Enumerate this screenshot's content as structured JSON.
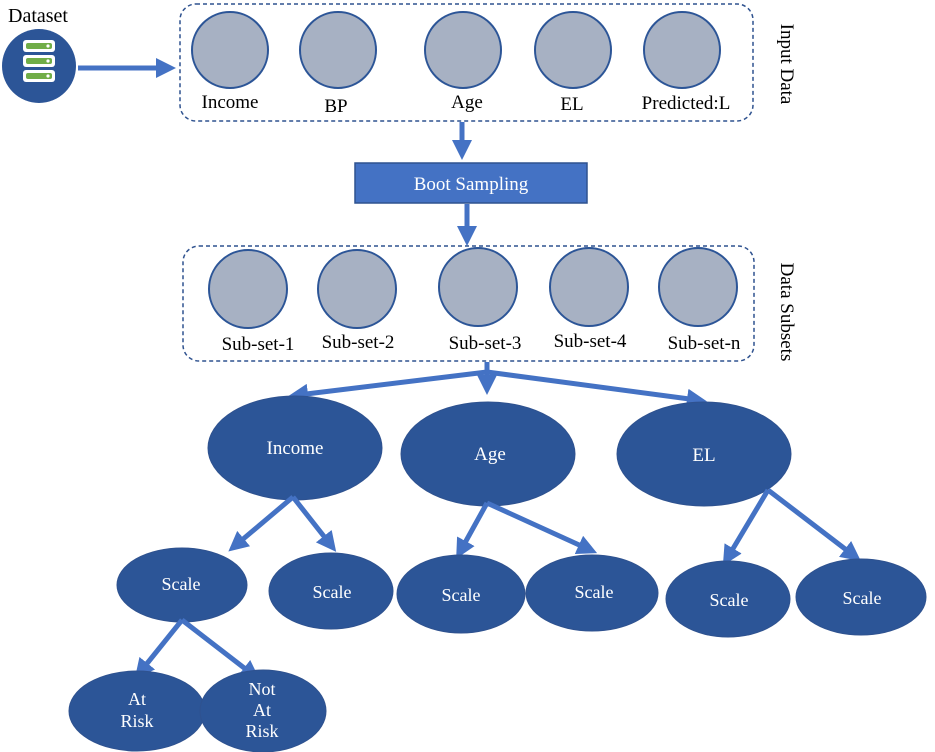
{
  "dataset": {
    "label": "Dataset"
  },
  "input_data": {
    "side_label": "Input Data",
    "items": [
      "Income",
      "BP",
      "Age",
      "EL",
      "Predicted:L"
    ]
  },
  "boot_sampling": {
    "label": "Boot Sampling"
  },
  "data_subsets": {
    "side_label": "Data Subsets",
    "items": [
      "Sub-set-1",
      "Sub-set-2",
      "Sub-set-3",
      "Sub-set-4",
      "Sub-set-n"
    ]
  },
  "trees": {
    "income": {
      "label": "Income",
      "left": "Scale",
      "right": "Scale"
    },
    "age": {
      "label": "Age",
      "left": "Scale",
      "right": "Scale"
    },
    "el": {
      "label": "EL",
      "left": "Scale",
      "right": "Scale"
    }
  },
  "leaves": {
    "at_risk": "At\nRisk",
    "not_at_risk": "Not\nAt\nRisk"
  },
  "colors": {
    "node_fill": "#2c5597",
    "circle_fill": "#a7b1c3",
    "circle_stroke": "#2c5597",
    "box_fill": "#4472c4",
    "arrow": "#4472c4",
    "border": "#2f528f"
  }
}
